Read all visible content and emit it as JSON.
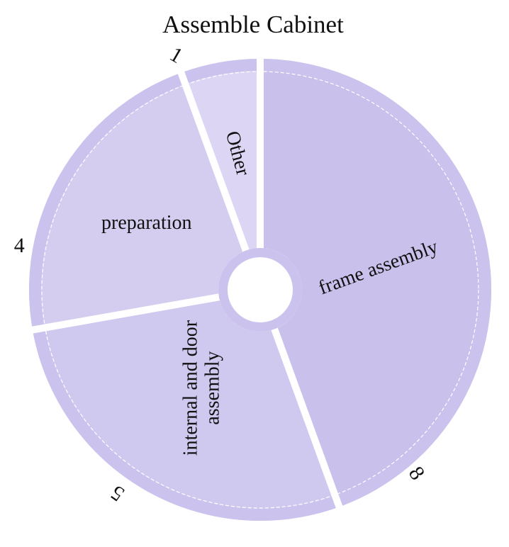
{
  "chart_data": {
    "type": "pie",
    "title": "Assemble Cabinet",
    "categories": [
      "frame assembly",
      "internal and door assembly",
      "preparation",
      "Other"
    ],
    "values": [
      8,
      5,
      4,
      1
    ],
    "colors": [
      "#c9c1ec",
      "#d0c9ef",
      "#d4cdf0",
      "#dcd6f4"
    ],
    "ring_color": "#cbc3ee",
    "separator_color": "#ffffff",
    "hole_color": "#ffffff",
    "start_angle_deg": 0,
    "direction": "clockwise",
    "legend": "none"
  }
}
